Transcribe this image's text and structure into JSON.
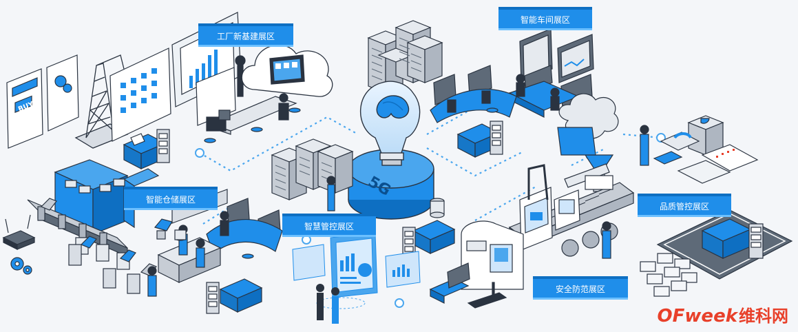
{
  "zones": {
    "factory_infra": "工厂新基建展区",
    "smart_workshop": "智能车间展区",
    "smart_warehouse": "智能仓储展区",
    "smart_control": "智慧管控展区",
    "quality_control": "品质管控展区",
    "safety_security": "安全防范展区"
  },
  "hub": {
    "badge": "5G"
  },
  "billboard": {
    "text": "BUY"
  },
  "watermark": {
    "latin": "OFweek",
    "chinese": "维科网"
  },
  "colors": {
    "accent": "#1f8eea",
    "accent_dark": "#0e6fc2",
    "line": "#4aa6ee",
    "outline": "#2a3340",
    "watermark": "#e8402a"
  }
}
